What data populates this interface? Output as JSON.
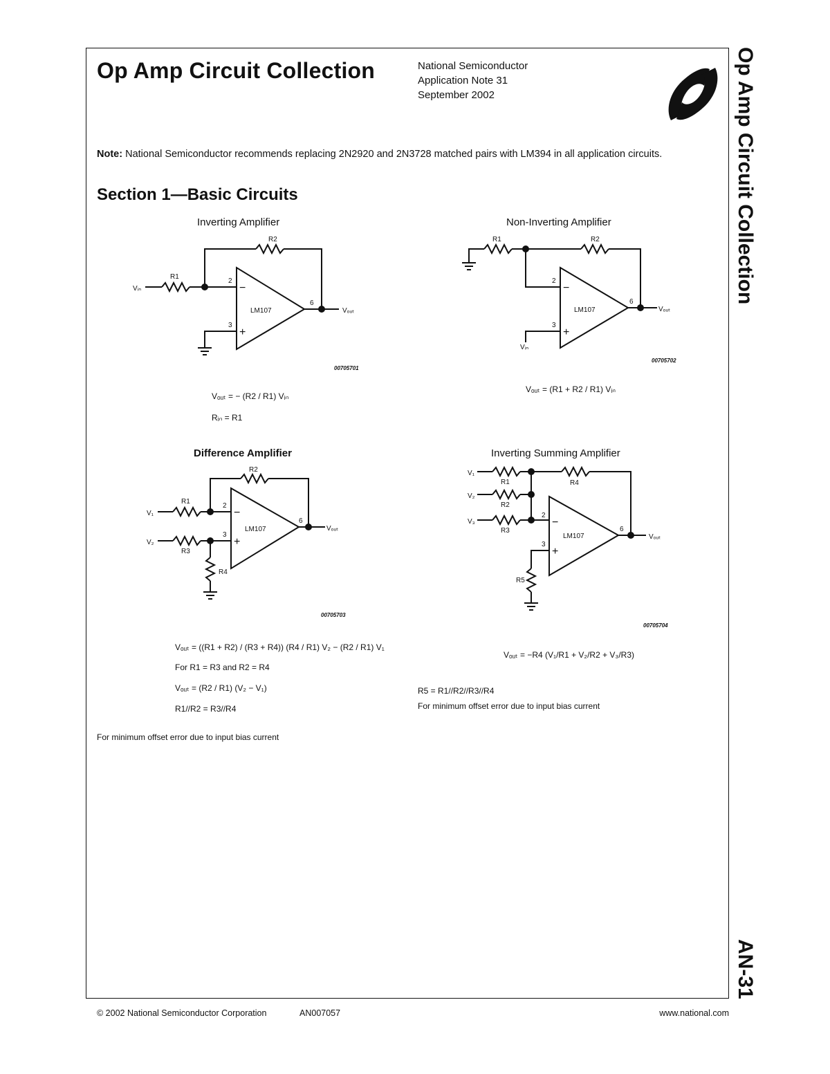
{
  "header": {
    "title": "Op Amp Circuit Collection",
    "company": "National Semiconductor",
    "app_note": "Application Note 31",
    "date": "September 2002"
  },
  "side": {
    "title": "Op Amp Circuit Collection",
    "code": "AN-31"
  },
  "note": {
    "label": "Note:",
    "text": "National Semiconductor recommends replacing 2N2920 and 2N3728 matched pairs with LM394 in all application circuits."
  },
  "section_title": "Section 1—Basic Circuits",
  "circuits": {
    "inverting": {
      "title": "Inverting Amplifier",
      "fig": "00705701",
      "eq1": "Vₒᵤₜ = − (R2 / R1) Vᵢₙ",
      "eq2": "Rᵢₙ = R1"
    },
    "noninverting": {
      "title": "Non-Inverting Amplifier",
      "fig": "00705702",
      "eq1": "Vₒᵤₜ = (R1 + R2 / R1) Vᵢₙ"
    },
    "difference": {
      "title": "Difference Amplifier",
      "fig": "00705703",
      "eq1": "Vₒᵤₜ = ((R1 + R2) / (R3 + R4)) (R4 / R1) V₂ − (R2 / R1) V₁",
      "eq2": "For R1 = R3 and R2 = R4",
      "eq3": "Vₒᵤₜ = (R2 / R1) (V₂ − V₁)",
      "eq4": "R1//R2 = R3//R4",
      "note": "For minimum offset error due to input bias current"
    },
    "summing": {
      "title": "Inverting Summing Amplifier",
      "fig": "00705704",
      "eq1": "Vₒᵤₜ = −R4 (V₁/R1 + V₂/R2 + V₃/R3)",
      "eq2": "R5 = R1//R2//R3//R4",
      "note": "For minimum offset error due to input bias current"
    }
  },
  "labels": {
    "r1": "R1",
    "r2": "R2",
    "r3": "R3",
    "r4": "R4",
    "r5": "R5",
    "lm": "LM107",
    "vin": "Vᵢₙ",
    "vout": "Vₒᵤₜ",
    "v1": "V₁",
    "v2": "V₂",
    "v3": "V₃",
    "pin2": "2",
    "pin3": "3",
    "pin6": "6",
    "minus": "−",
    "plus": "+"
  },
  "footer": {
    "copyright": "© 2002 National Semiconductor Corporation",
    "code": "AN007057",
    "url": "www.national.com"
  }
}
